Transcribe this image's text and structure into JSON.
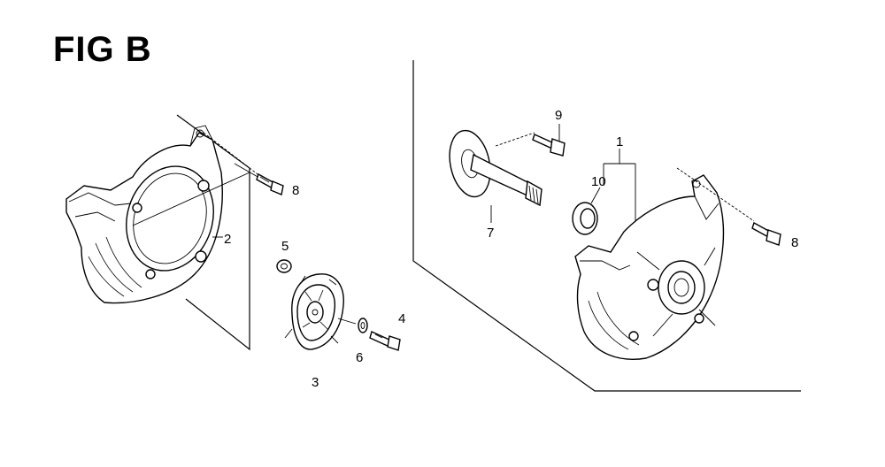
{
  "figure": {
    "title": "FIG B"
  },
  "callouts": {
    "c1": "1",
    "c2": "2",
    "c3": "3",
    "c4": "4",
    "c5": "5",
    "c6": "6",
    "c7": "7",
    "c8_left": "8",
    "c8_right": "8",
    "c9": "9",
    "c10": "10"
  },
  "colors": {
    "ink": "#000000",
    "paper": "#ffffff"
  }
}
